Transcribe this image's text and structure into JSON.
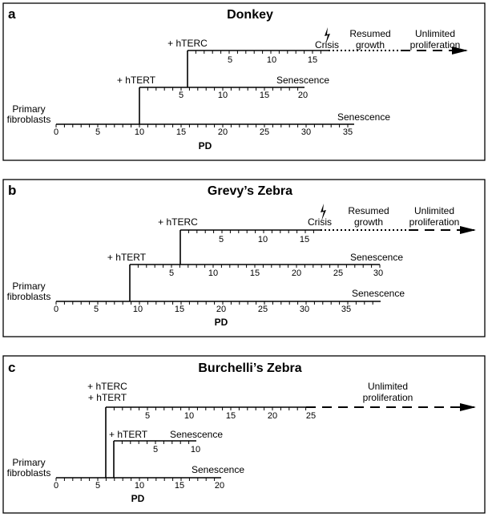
{
  "pd_axis_label": "PD",
  "panels": [
    {
      "letter": "a",
      "title": "Donkey",
      "primary_label_line1": "Primary",
      "primary_label_line2": "fibroblasts",
      "lines": [
        {
          "kind": "primary",
          "tick_labels": [
            "0",
            "5",
            "10",
            "15",
            "20",
            "25",
            "30",
            "35"
          ],
          "end_label": "Senescence"
        },
        {
          "kind": "hTERT",
          "add_label": "+ hTERT",
          "tick_labels": [
            "5",
            "10",
            "15",
            "20"
          ],
          "end_label": "Senescence"
        },
        {
          "kind": "hTERC",
          "add_label": "+ hTERC",
          "tick_labels": [
            "5",
            "10",
            "15"
          ],
          "crisis_label": "Crisis",
          "resumed_label_line1": "Resumed",
          "resumed_label_line2": "growth",
          "unlimited_label_line1": "Unlimited",
          "unlimited_label_line2": "proliferation"
        }
      ]
    },
    {
      "letter": "b",
      "title": "Grevy’s Zebra",
      "primary_label_line1": "Primary",
      "primary_label_line2": "fibroblasts",
      "lines": [
        {
          "kind": "primary",
          "tick_labels": [
            "0",
            "5",
            "10",
            "15",
            "20",
            "25",
            "30",
            "35"
          ],
          "end_label": "Senescence"
        },
        {
          "kind": "hTERT",
          "add_label": "+ hTERT",
          "tick_labels": [
            "5",
            "10",
            "15",
            "20",
            "25",
            "30"
          ],
          "end_label": "Senescence"
        },
        {
          "kind": "hTERC",
          "add_label": "+ hTERC",
          "tick_labels": [
            "5",
            "10",
            "15"
          ],
          "crisis_label": "Crisis",
          "resumed_label_line1": "Resumed",
          "resumed_label_line2": "growth",
          "unlimited_label_line1": "Unlimited",
          "unlimited_label_line2": "proliferation"
        }
      ]
    },
    {
      "letter": "c",
      "title": "Burchelli’s Zebra",
      "primary_label_line1": "Primary",
      "primary_label_line2": "fibroblasts",
      "lines": [
        {
          "kind": "primary",
          "tick_labels": [
            "0",
            "5",
            "10",
            "15",
            "20"
          ],
          "end_label": "Senescence"
        },
        {
          "kind": "hTERT",
          "add_label": "+ hTERT",
          "tick_labels": [
            "5",
            "10"
          ],
          "end_label": "Senescence"
        },
        {
          "kind": "hTERC_hTERT",
          "add_label_line1": "+ hTERC",
          "add_label_line2": "+ hTERT",
          "tick_labels": [
            "5",
            "10",
            "15",
            "20",
            "25"
          ],
          "unlimited_label_line1": "Unlimited",
          "unlimited_label_line2": "proliferation"
        }
      ]
    }
  ]
}
